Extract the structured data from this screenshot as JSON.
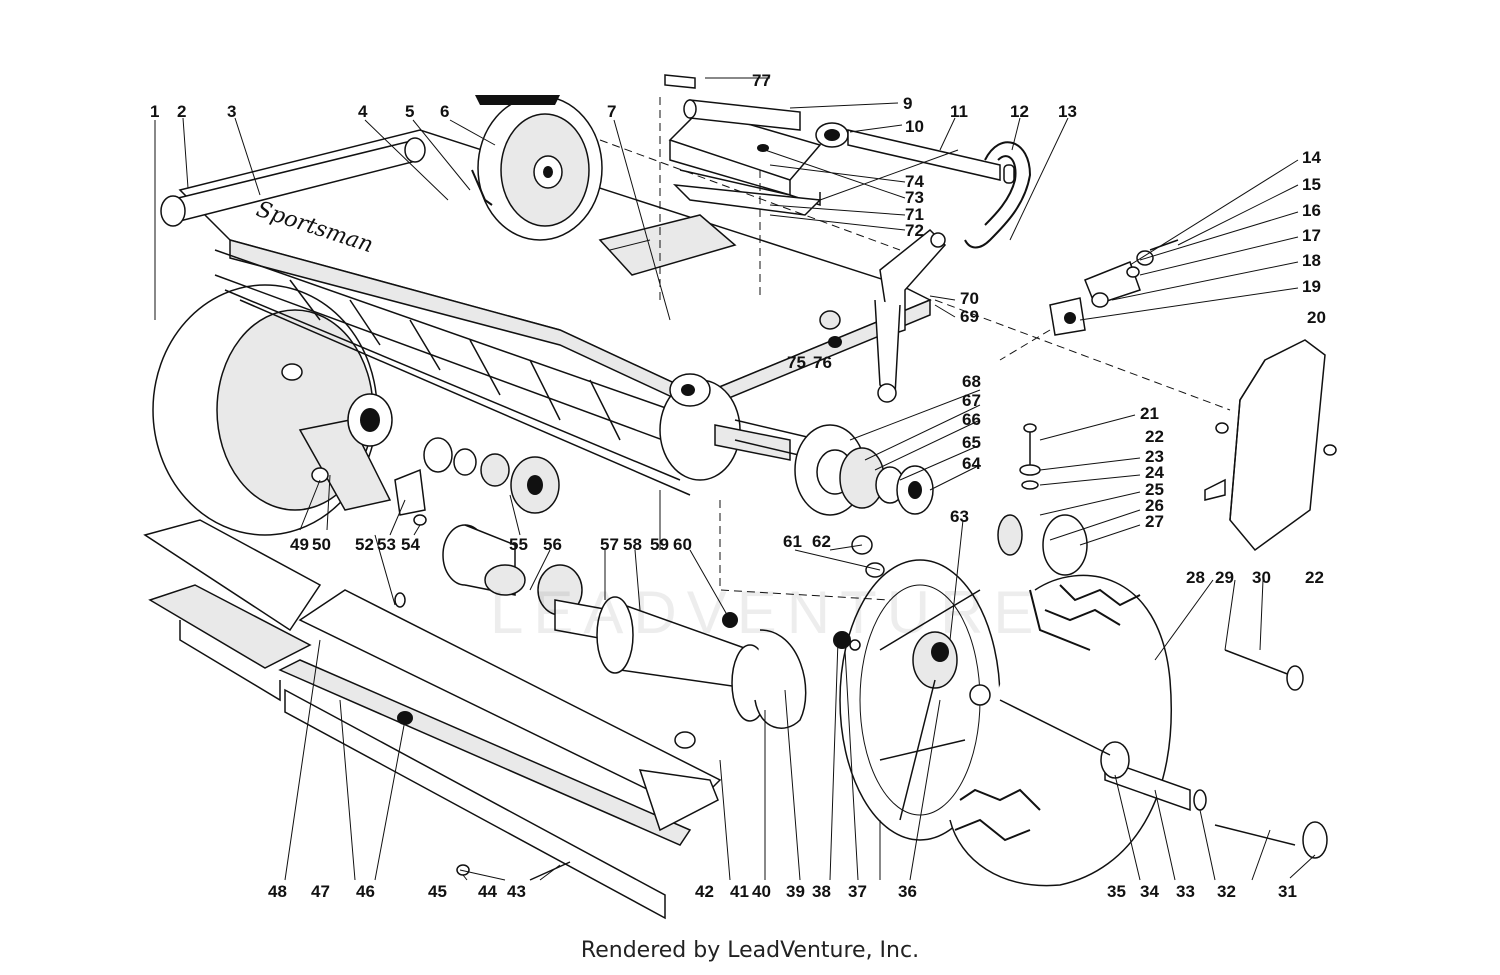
{
  "watermark": "LEADVENTURE",
  "footer": "Rendered by LeadVenture, Inc.",
  "callouts": [
    "1",
    "2",
    "3",
    "4",
    "5",
    "6",
    "7",
    "9",
    "10",
    "11",
    "12",
    "13",
    "14",
    "15",
    "16",
    "17",
    "18",
    "19",
    "20",
    "21",
    "22",
    "23",
    "24",
    "25",
    "26",
    "27",
    "28",
    "29",
    "30",
    "31",
    "32",
    "33",
    "34",
    "35",
    "36",
    "37",
    "38",
    "39",
    "40",
    "41",
    "42",
    "43",
    "44",
    "45",
    "46",
    "47",
    "48",
    "49",
    "50",
    "52",
    "53",
    "54",
    "55",
    "56",
    "57",
    "58",
    "59",
    "60",
    "61",
    "62",
    "63",
    "64",
    "65",
    "66",
    "67",
    "68",
    "69",
    "70",
    "71",
    "72",
    "73",
    "74",
    "75",
    "76",
    "77",
    "22"
  ]
}
